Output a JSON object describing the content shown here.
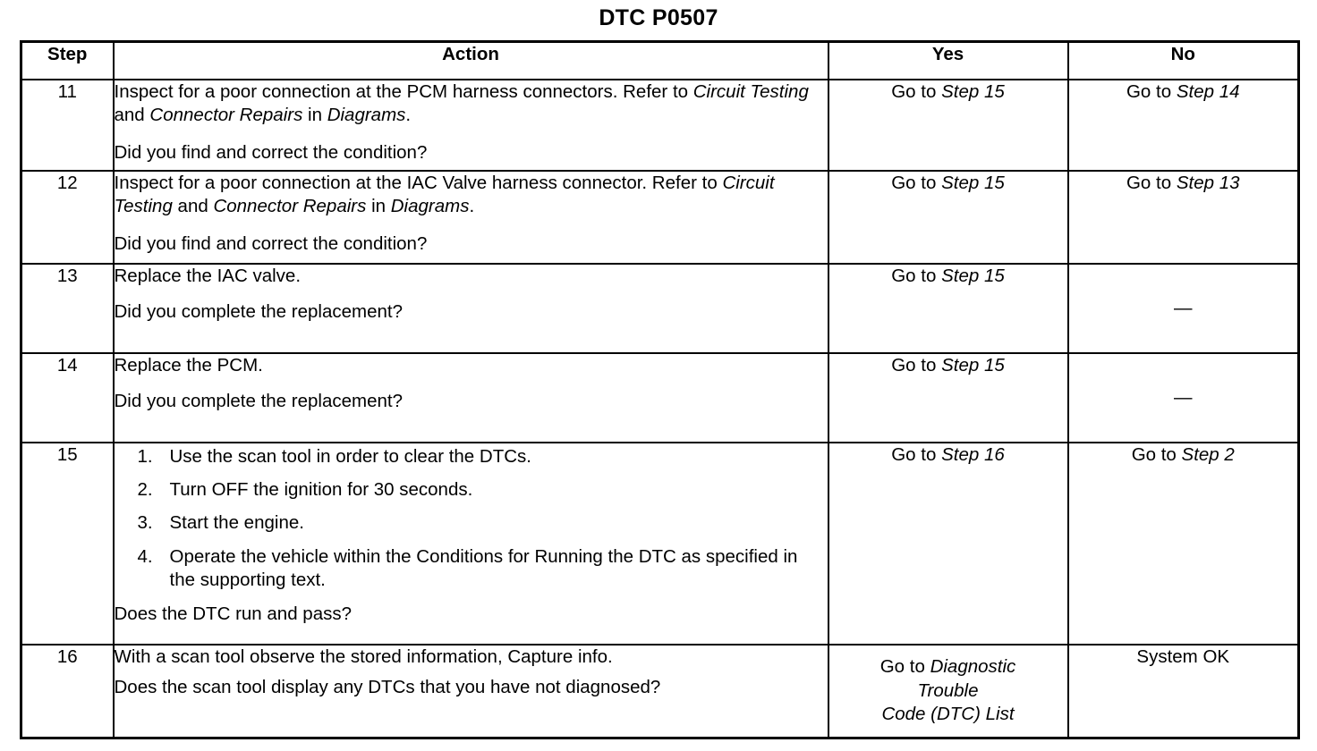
{
  "document": {
    "title": "DTC P0507"
  },
  "table": {
    "headers": {
      "step": "Step",
      "action": "Action",
      "yes": "Yes",
      "no": "No"
    },
    "rows": [
      {
        "step": "11",
        "action_lead_a": "Inspect for a poor connection at the PCM harness connectors. Refer to ",
        "action_lead_b": "Circuit Testing",
        "action_lead_c": " and ",
        "action_lead_d": "Connector Repairs",
        "action_lead_e": " in ",
        "action_lead_f": "Diagrams",
        "action_lead_g": ".",
        "question": "Did you find and correct the condition?",
        "yes_pre": "Go to ",
        "yes_ital": "Step 15",
        "no_pre": "Go to ",
        "no_ital": "Step 14"
      },
      {
        "step": "12",
        "action_lead_a": "Inspect for a poor connection at the IAC Valve harness connector. Refer to ",
        "action_lead_b": "Circuit Testing",
        "action_lead_c": " and ",
        "action_lead_d": "Connector Repairs",
        "action_lead_e": " in ",
        "action_lead_f": "Diagrams",
        "action_lead_g": ".",
        "question": "Did you find and correct the condition?",
        "yes_pre": "Go to ",
        "yes_ital": "Step 15",
        "no_pre": "Go to ",
        "no_ital": "Step 13"
      },
      {
        "step": "13",
        "action_lead": "Replace the IAC valve.",
        "question": "Did you complete the replacement?",
        "yes_pre": "Go to ",
        "yes_ital": "Step 15",
        "no_dash": "—"
      },
      {
        "step": "14",
        "action_lead": "Replace the PCM.",
        "question": "Did you complete the replacement?",
        "yes_pre": "Go to ",
        "yes_ital": "Step 15",
        "no_dash": "—"
      },
      {
        "step": "15",
        "list": [
          {
            "num": "1.",
            "text": "Use the scan tool in order to clear the DTCs."
          },
          {
            "num": "2.",
            "text": "Turn OFF the ignition for 30 seconds."
          },
          {
            "num": "3.",
            "text": "Start the engine."
          },
          {
            "num": "4.",
            "text": "Operate the vehicle within the Conditions for Running the DTC as specified in the supporting text."
          }
        ],
        "question": "Does the DTC run and pass?",
        "yes_pre": "Go to ",
        "yes_ital": "Step 16",
        "no_pre": "Go to ",
        "no_ital": "Step 2"
      },
      {
        "step": "16",
        "action_lead": "With a scan tool observe the stored information, Capture info.",
        "question": "Does the scan tool display any DTCs that you have not diagnosed?",
        "yes_pre": "Go to ",
        "yes_ital_line1": "Diagnostic",
        "yes_ital_line2": "Trouble",
        "yes_ital_line3": "Code (DTC) List",
        "no_text": "System OK"
      }
    ]
  }
}
